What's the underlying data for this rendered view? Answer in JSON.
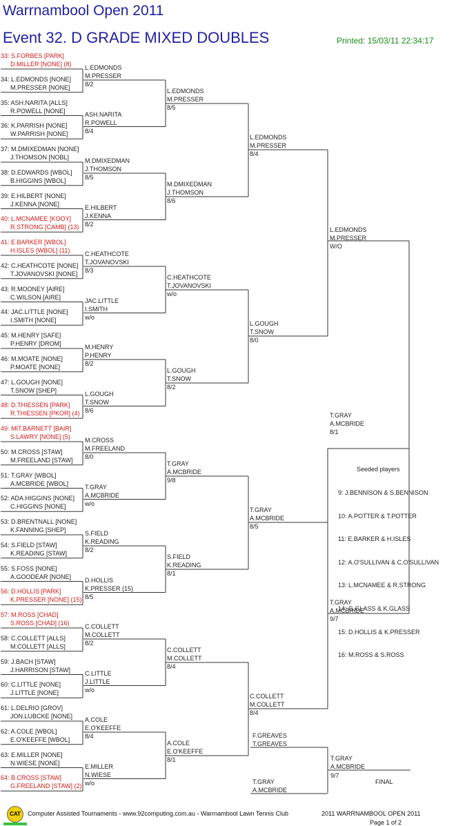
{
  "header": {
    "title": "Warrnambool Open 2011",
    "event": "Event 32. D GRADE MIXED DOUBLES",
    "printed": "Printed: 15/03/11 22:34:17"
  },
  "entries": [
    {
      "a": "33: S.FORBES [PARK]",
      "b": "D.MILLER [NONE] (8)",
      "red": true
    },
    {
      "a": "34: L.EDMONDS [NONE]",
      "b": "M.PRESSER [NONE]",
      "red": false
    },
    {
      "a": "35: ASH.NARITA [ALLS]",
      "b": "R.POWELL [NONE]",
      "red": false
    },
    {
      "a": "36: K.PARRISH [NONE]",
      "b": "W.PARRISH [NONE]",
      "red": false
    },
    {
      "a": "37: M.DMIXEDMAN [NONE]",
      "b": "J.THOMSON [NOBL]",
      "red": false
    },
    {
      "a": "38: D.EDWARDS [WBOL]",
      "b": "B.HIGGINS [WBOL]",
      "red": false
    },
    {
      "a": "39: E.HILBERT [NONE]",
      "b": "J.KENNA [NONE]",
      "red": false
    },
    {
      "a": "40: L.MCNAMEE [KOOY]",
      "b": "R.STRONG [CAMB] (13)",
      "red": true
    },
    {
      "a": "41: E.BARKER [WBOL]",
      "b": "H.ISLES [WBOL] (11)",
      "red": true
    },
    {
      "a": "42: C.HEATHCOTE [NONE]",
      "b": "T.JOVANOVSKI [NONE]",
      "red": false
    },
    {
      "a": "43: R.MOONEY [AIRE]",
      "b": "C.WILSON [AIRE]",
      "red": false
    },
    {
      "a": "44: JAC.LITTLE [NONE]",
      "b": "I.SMITH [NONE]",
      "red": false
    },
    {
      "a": "45: M.HENRY [SAFE]",
      "b": "P.HENRY [DROM]",
      "red": false
    },
    {
      "a": "46: M.MOATE [NONE]",
      "b": "P.MOATE [NONE]",
      "red": false
    },
    {
      "a": "47: L.GOUGH [NONE]",
      "b": "T.SNOW [SHEP]",
      "red": false
    },
    {
      "a": "48: D.THIESSEN [PARK]",
      "b": "R.THIESSEN [PKOR] (4)",
      "red": true
    },
    {
      "a": "49: MIT.BARNETT [BAIR]",
      "b": "S.LAWRY [NONE] (5)",
      "red": true
    },
    {
      "a": "50: M.CROSS [STAW]",
      "b": "M.FREELAND [STAW]",
      "red": false
    },
    {
      "a": "51: T.GRAY [WBOL]",
      "b": "A.MCBRIDE [WBOL]",
      "red": false
    },
    {
      "a": "52: ADA.HIGGINS [NONE]",
      "b": "C.HIGGINS [NONE]",
      "red": false
    },
    {
      "a": "53: D.BRENTNALL [NONE]",
      "b": "K.FANNING [SHEP]",
      "red": false
    },
    {
      "a": "54: S.FIELD [STAW]",
      "b": "K.READING [STAW]",
      "red": false
    },
    {
      "a": "55: S.FOSS [NONE]",
      "b": "A.GOODEAR [NONE]",
      "red": false
    },
    {
      "a": "56: D.HOLLIS [PARK]",
      "b": "K.PRESSER [NONE] (15)",
      "red": true
    },
    {
      "a": "57: M.ROSS [CHAD]",
      "b": "S.ROSS [CHAD] (16)",
      "red": true
    },
    {
      "a": "58: C.COLLETT [ALLS]",
      "b": "M.COLLETT [ALLS]",
      "red": false
    },
    {
      "a": "59: J.BACH [STAW]",
      "b": "J.HARRISON [STAW]",
      "red": false
    },
    {
      "a": "60: C.LITTLE [NONE]",
      "b": "J.LITTLE [NONE]",
      "red": false
    },
    {
      "a": "61: L.DELRIO [GROV]",
      "b": "JON.LUBCKE [NONE]",
      "red": false
    },
    {
      "a": "62: A.COLE [WBOL]",
      "b": "E.O'KEEFFE [WBOL]",
      "red": false
    },
    {
      "a": "63: E.MILLER [NONE]",
      "b": "N.WIESE [NONE]",
      "red": false
    },
    {
      "a": "64: B.CROSS [STAW]",
      "b": "G.FREELAND [STAW] (2)",
      "red": true
    }
  ],
  "round2": [
    {
      "a": "L.EDMONDS",
      "b": "M.PRESSER",
      "s": "8/2"
    },
    {
      "a": "ASH.NARITA",
      "b": "R.POWELL",
      "s": "8/4"
    },
    {
      "a": "M.DMIXEDMAN",
      "b": "J.THOMSON",
      "s": "8/5"
    },
    {
      "a": "E.HILBERT",
      "b": "J.KENNA",
      "s": "8/2"
    },
    {
      "a": "C.HEATHCOTE",
      "b": "T.JOVANOVSKI",
      "s": "8/3"
    },
    {
      "a": "JAC.LITTLE",
      "b": "I.SMITH",
      "s": "w/o"
    },
    {
      "a": "M.HENRY",
      "b": "P.HENRY",
      "s": "8/2"
    },
    {
      "a": "L.GOUGH",
      "b": "T.SNOW",
      "s": "8/6"
    },
    {
      "a": "M.CROSS",
      "b": "M.FREELAND",
      "s": "8/0"
    },
    {
      "a": "T.GRAY",
      "b": "A.MCBRIDE",
      "s": "w/o"
    },
    {
      "a": "S.FIELD",
      "b": "K.READING",
      "s": "8/2"
    },
    {
      "a": "D.HOLLIS",
      "b": "K.PRESSER (15)",
      "s": "8/5",
      "red": true
    },
    {
      "a": "C.COLLETT",
      "b": "M.COLLETT",
      "s": "8/2"
    },
    {
      "a": "C.LITTLE",
      "b": "J.LITTLE",
      "s": "w/o"
    },
    {
      "a": "A.COLE",
      "b": "E.O'KEEFFE",
      "s": "8/4"
    },
    {
      "a": "E.MILLER",
      "b": "N.WIESE",
      "s": "w/o"
    }
  ],
  "round3": [
    {
      "a": "L.EDMONDS",
      "b": "M.PRESSER",
      "s": "8/5"
    },
    {
      "a": "M.DMIXEDMAN",
      "b": "J.THOMSON",
      "s": "8/6"
    },
    {
      "a": "C.HEATHCOTE",
      "b": "T.JOVANOVSKI",
      "s": "w/o"
    },
    {
      "a": "L.GOUGH",
      "b": "T.SNOW",
      "s": "8/2"
    },
    {
      "a": "T.GRAY",
      "b": "A.MCBRIDE",
      "s": "9/8"
    },
    {
      "a": "S.FIELD",
      "b": "K.READING",
      "s": "8/1"
    },
    {
      "a": "C.COLLETT",
      "b": "M.COLLETT",
      "s": "8/4"
    },
    {
      "a": "A.COLE",
      "b": "E.O'KEEFFE",
      "s": "8/1"
    }
  ],
  "round4": [
    {
      "a": "L.EDMONDS",
      "b": "M.PRESSER",
      "s": "8/4"
    },
    {
      "a": "L.GOUGH",
      "b": "T.SNOW",
      "s": "8/0"
    },
    {
      "a": "T.GRAY",
      "b": "A.MCBRIDE",
      "s": "8/5"
    },
    {
      "a": "C.COLLETT",
      "b": "M.COLLETT",
      "s": "8/4"
    }
  ],
  "round5": [
    {
      "a": "L.EDMONDS",
      "b": "M.PRESSER",
      "s": "W/O"
    },
    {
      "a": "T.GRAY",
      "b": "A.MCBRIDE",
      "s": "9/7"
    }
  ],
  "semi": [
    {
      "a": "T.GRAY",
      "b": "A.MCBRIDE",
      "s": "8/1"
    },
    {
      "a": "T.GRAY",
      "b": "A.MCBRIDE",
      "s": "9/7"
    }
  ],
  "final_block": {
    "other_a": "F.GREAVES",
    "other_b": "T.GREAVES",
    "left_a": "T.GRAY",
    "left_b": "A.MCBRIDE",
    "win_a": "T.GRAY",
    "win_b": "A.MCBRIDE",
    "win_s": "9/7",
    "label": "FINAL"
  },
  "seeds": {
    "heading": "Seeded players",
    "items": [
      "9: J.BENNISON & S.BENNISON",
      "10: A.POTTER & T.POTTER",
      "11: E.BARKER & H.ISLES",
      "12: A.O'SULLIVAN & C.O'SULLIVAN",
      "13: L.MCNAMEE & R.STRONG",
      "14: G.GLASS & K.GLASS",
      "15: D.HOLLIS & K.PRESSER",
      "16: M.ROSS & S.ROSS"
    ]
  },
  "footer": {
    "logo": "CAT",
    "credit": "Computer Assisted Tournaments - www.92computing.com.au  -  Warrnambool Lawn Tennis Club",
    "event": "2011 WARRNAMBOOL OPEN 2011",
    "page": "Page 1 of 2"
  },
  "colors": {
    "title": "#1f1fa0",
    "printed": "#1a8a1a",
    "seeded": "#d01818",
    "lines": "#333333"
  }
}
